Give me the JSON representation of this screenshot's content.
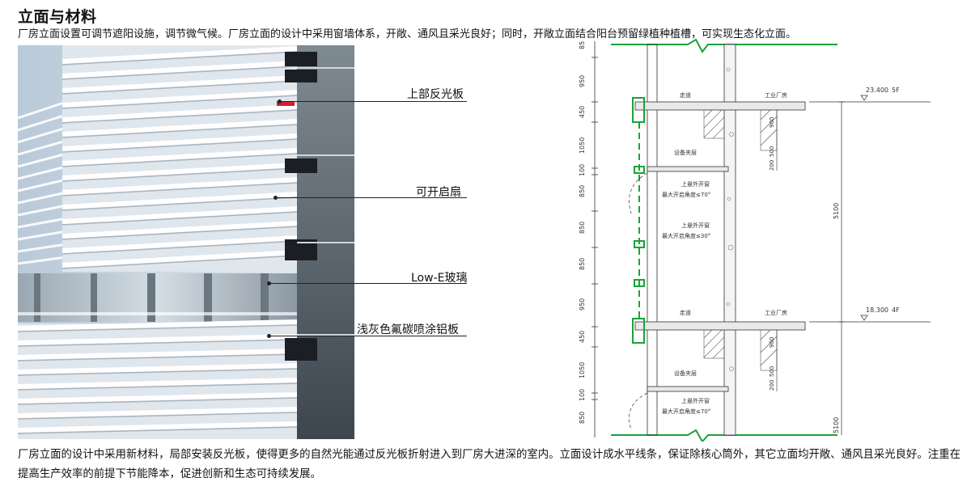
{
  "title": "立面与材料",
  "intro": "厂房立面设置可调节遮阳设施，调节微气候。厂房立面的设计中采用窗墙体系，开敞、通风且采光良好；同时，开敞立面结合阳台预留绿植种植槽，可实现生态化立面。",
  "callouts": [
    "上部反光板",
    "可开启扇",
    "Low-E玻璃",
    "浅灰色氟碳喷涂铝板"
  ],
  "section": {
    "dims": [
      "85",
      "950",
      "450",
      "1050",
      "100",
      "850",
      "850",
      "850",
      "950",
      "450",
      "1050",
      "100",
      "850"
    ],
    "inner_dims": [
      "900",
      "500",
      "200",
      "900",
      "500",
      "200"
    ],
    "total": "5100",
    "bottom_total": "5100",
    "level_5f": {
      "elev": "23.400",
      "floor": "5F"
    },
    "level_4f": {
      "elev": "18.300",
      "floor": "4F"
    },
    "labels": {
      "corridor": "走道",
      "factory": "工业厂房",
      "mech": "设备夹层",
      "win1_a": "上悬外开窗",
      "win1_b": "最大开启角度≤70°",
      "win2_a": "上悬外开窗",
      "win2_b": "最大开启角度≤30°",
      "win3_a": "上悬外开窗",
      "win3_b": "最大开启角度≤70°"
    }
  },
  "outro": "厂房立面的设计中采用新材料，局部安装反光板，使得更多的自然光能通过反光板折射进入到厂房大进深的室内。立面设计成水平线条，保证除核心筒外，其它立面均开敞、通风且采光良好。注重在提高生产效率的前提下节能降本，促进创新和生态可持续发展。",
  "colors": {
    "accent_green": "#1aa33a",
    "reflector_red": "#d0202a",
    "drawing_line": "#333333"
  }
}
